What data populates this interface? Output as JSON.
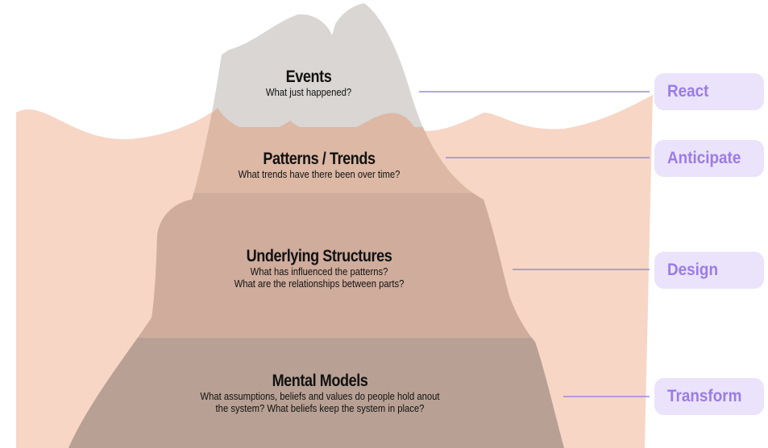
{
  "levels": [
    {
      "title": "Events",
      "question_lines": [
        "What just happened?"
      ]
    },
    {
      "title": "Patterns / Trends",
      "question_lines": [
        "What trends have there been over time?"
      ]
    },
    {
      "title": "Underlying Structures",
      "question_lines": [
        "What has influenced the patterns?",
        "What are the relationships between parts?"
      ]
    },
    {
      "title": "Mental Models",
      "question_lines": [
        "What assumptions, beliefs and values do people hold anout",
        "the system? What beliefs keep the system in place?"
      ]
    }
  ],
  "actions": [
    "React",
    "Anticipate",
    "Design",
    "Transform"
  ],
  "colors": {
    "water": "#f7d6c6",
    "tip": "#d9d6d3",
    "band_patterns": "#dcb8a5",
    "band_structures": "#cfac9c",
    "band_models": "#b8a194",
    "connector": "#9b86e6",
    "action_bg": "#ebe3fb",
    "action_text": "#9a7be6"
  }
}
